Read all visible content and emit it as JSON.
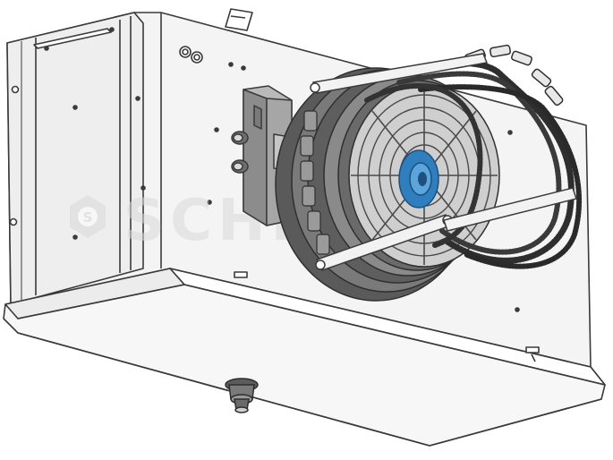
{
  "image": {
    "subject": "unit-cooler-illustration",
    "colors": {
      "outline": "#3a3a3a",
      "housing_fill": "#f4f4f4",
      "housing_shade": "#e6e6e6",
      "fan_dark": "#5a5a5a",
      "fan_mid": "#8a8a8a",
      "fan_light": "#cfcfcf",
      "hub_blue": "#2f7fbf",
      "watermark": "#d9d9d9"
    }
  },
  "watermark": {
    "text": "SCHEDL",
    "logo_letter": "S"
  }
}
